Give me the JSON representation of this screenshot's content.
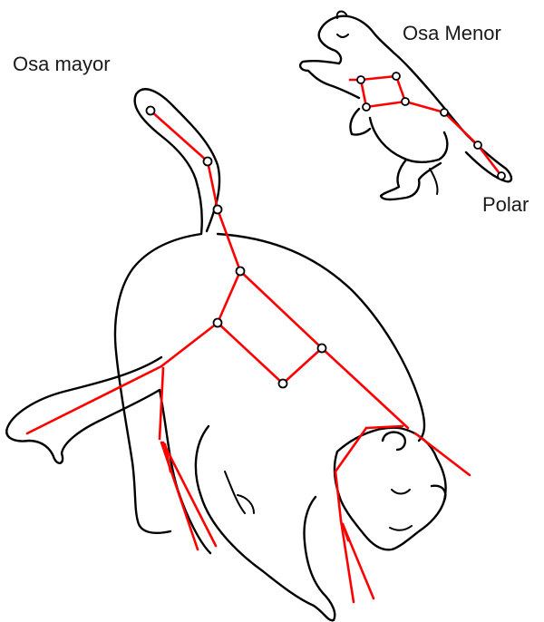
{
  "labels": {
    "big_dipper": "Osa mayor",
    "little_dipper": "Osa Menor",
    "polaris": "Polar"
  },
  "colors": {
    "constellation_lines": "#ff0000",
    "outline": "#000000",
    "background": "#ffffff"
  }
}
